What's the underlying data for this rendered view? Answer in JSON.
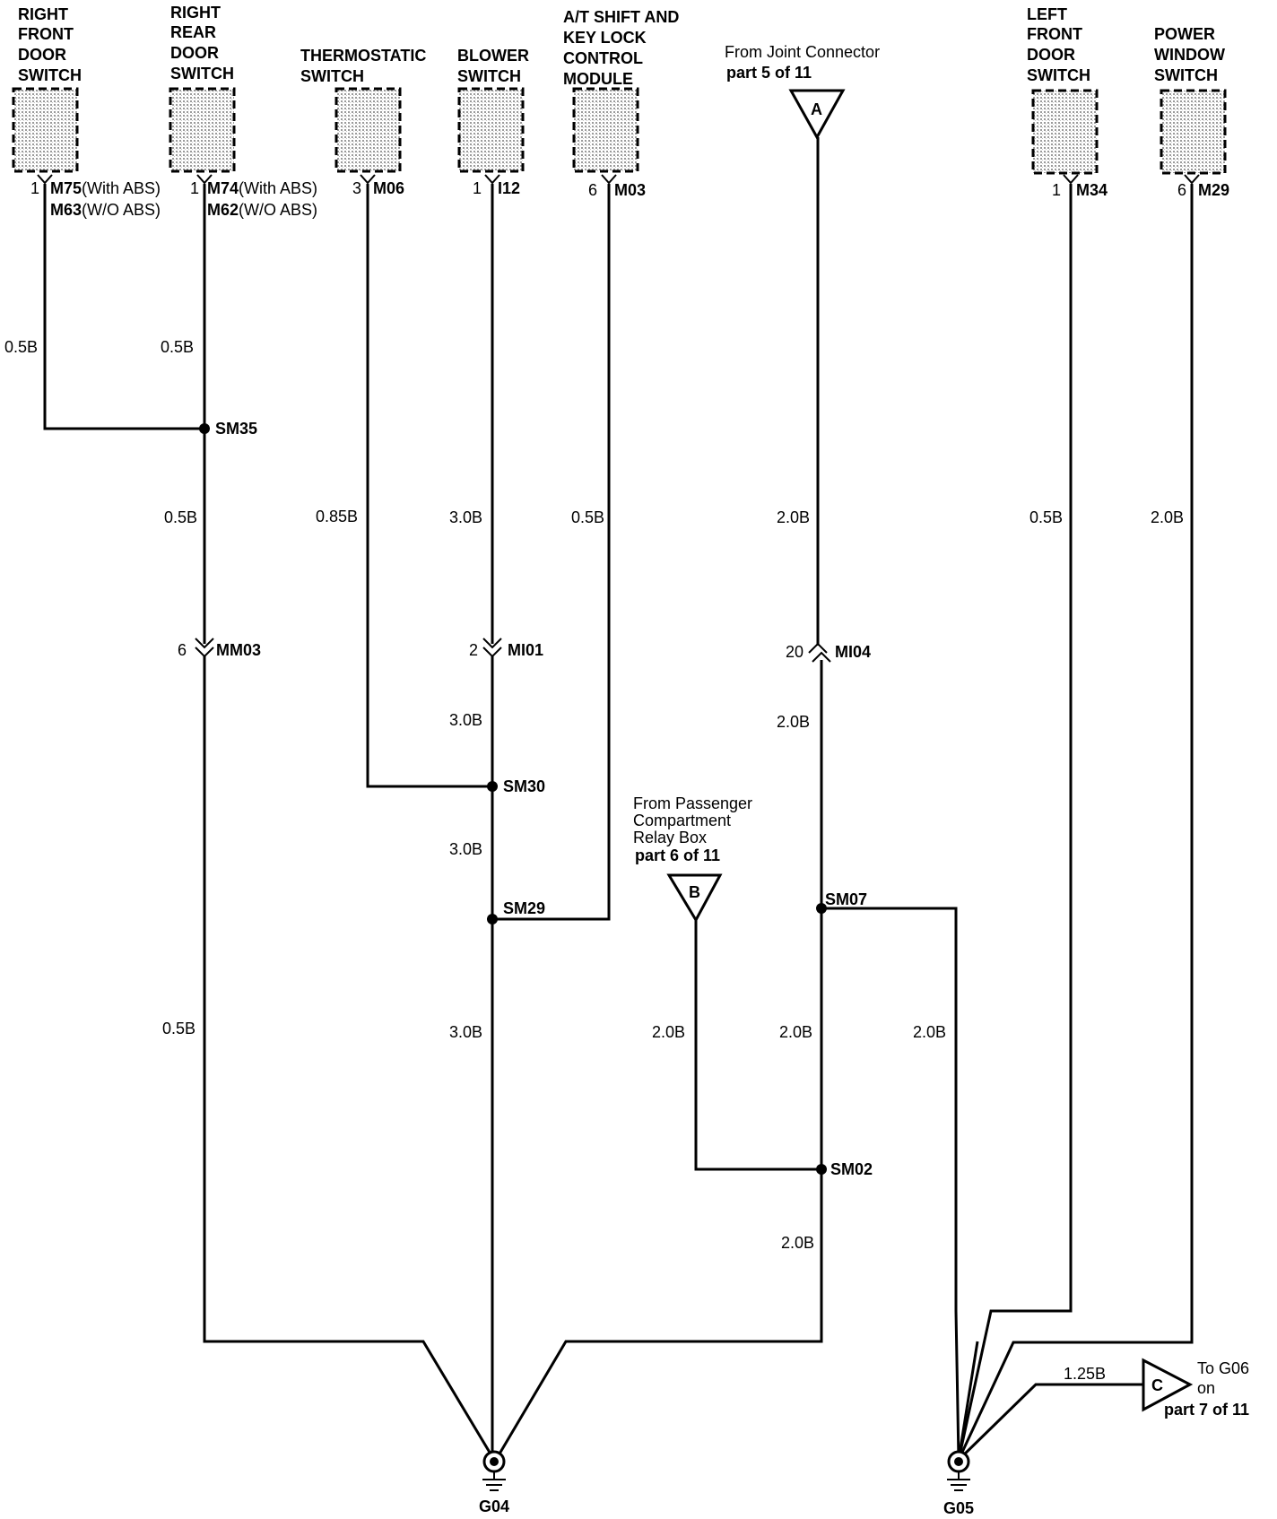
{
  "components": {
    "right_front_door_switch": {
      "title": [
        "RIGHT",
        "FRONT",
        "DOOR",
        "SWITCH"
      ],
      "pin": "1",
      "connector": "M75",
      "connector_note": "(With ABS)",
      "alt_connector": "M63",
      "alt_note": "(W/O ABS)"
    },
    "right_rear_door_switch": {
      "title": [
        "RIGHT",
        "REAR",
        "DOOR",
        "SWITCH"
      ],
      "pin": "1",
      "connector": "M74",
      "connector_note": "(With ABS)",
      "alt_connector": "M62",
      "alt_note": "(W/O ABS)"
    },
    "thermostatic_switch": {
      "title": [
        "THERMOSTATIC",
        "SWITCH"
      ],
      "pin": "3",
      "connector": "M06"
    },
    "blower_switch": {
      "title": [
        "BLOWER",
        "SWITCH"
      ],
      "pin": "1",
      "connector": "I12"
    },
    "at_shift_key_lock": {
      "title": [
        "A/T SHIFT AND",
        "KEY LOCK",
        "CONTROL",
        "MODULE"
      ],
      "pin": "6",
      "connector": "M03"
    },
    "left_front_door_switch": {
      "title": [
        "LEFT",
        "FRONT",
        "DOOR",
        "SWITCH"
      ],
      "pin": "1",
      "connector": "M34"
    },
    "power_window_switch": {
      "title": [
        "POWER",
        "WINDOW",
        "SWITCH"
      ],
      "pin": "6",
      "connector": "M29"
    }
  },
  "refs": {
    "a": {
      "letter": "A",
      "line1": "From Joint Connector",
      "line2": "part 5 of 11"
    },
    "b": {
      "letter": "B",
      "lines": [
        "From Passenger",
        "Compartment",
        "Relay Box"
      ],
      "part": "part 6 of 11"
    },
    "c": {
      "letter": "C",
      "line1": "To G06",
      "line2": "on",
      "part": "part 7 of 11"
    }
  },
  "wires": {
    "rf_upper": "0.5B",
    "rr_upper": "0.5B",
    "sm35_lower": "0.5B",
    "therm": "0.85B",
    "blower_upper": "3.0B",
    "atshift": "0.5B",
    "a_upper": "2.0B",
    "lf": "0.5B",
    "pw": "2.0B",
    "mi01_lower": "3.0B",
    "mi04_lower": "2.0B",
    "sm30_lower": "3.0B",
    "mm03_lower": "0.5B",
    "sm29_lower": "3.0B",
    "b_wire": "2.0B",
    "sm07_lower": "2.0B",
    "sm07_right": "2.0B",
    "sm02_lower": "2.0B",
    "g05_c": "1.25B"
  },
  "connectors": {
    "mm03": {
      "pin": "6",
      "name": "MM03"
    },
    "mi01": {
      "pin": "2",
      "name": "MI01"
    },
    "mi04": {
      "pin": "20",
      "name": "MI04"
    }
  },
  "splices": {
    "sm35": "SM35",
    "sm30": "SM30",
    "sm29": "SM29",
    "sm07": "SM07",
    "sm02": "SM02"
  },
  "grounds": {
    "g04": "G04",
    "g05": "G05"
  }
}
